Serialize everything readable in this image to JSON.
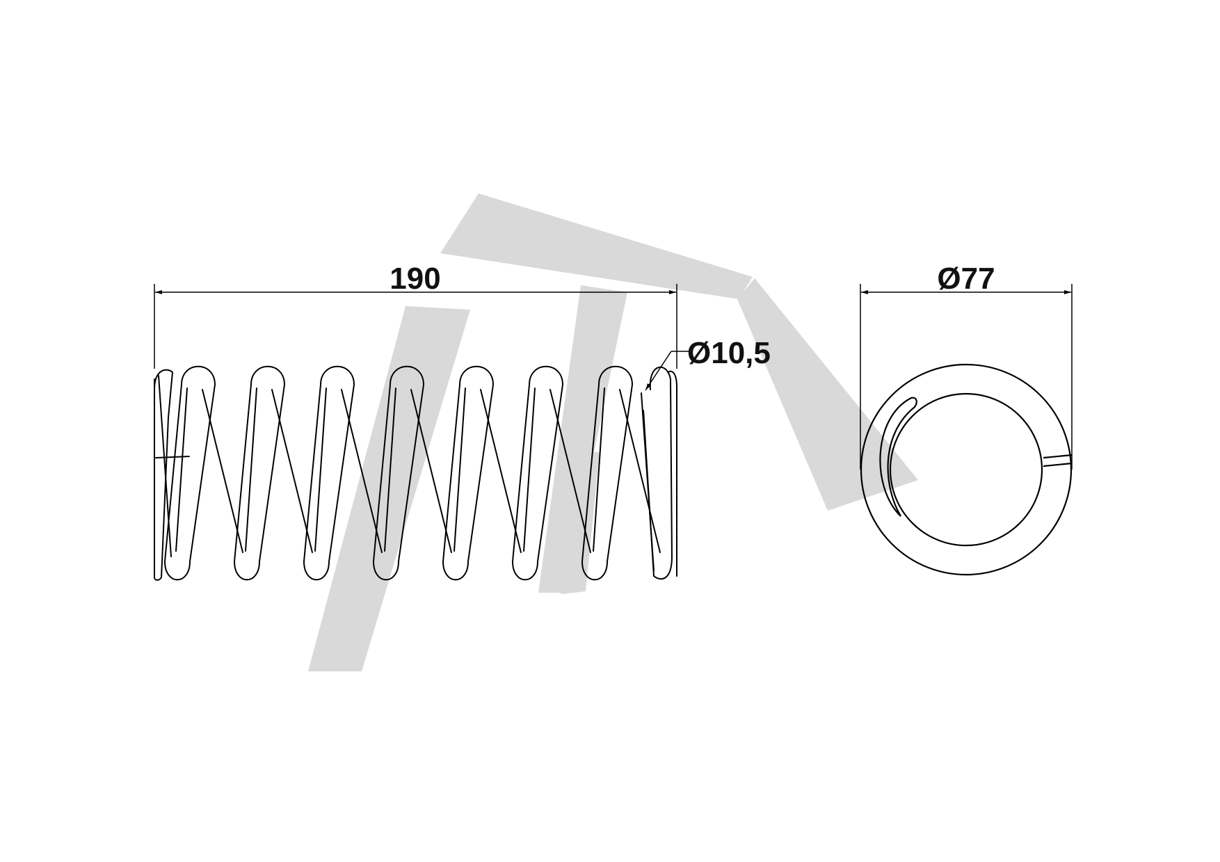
{
  "drawing": {
    "spring_length_label": "190",
    "wire_diameter_label": "Ø10,5",
    "outer_diameter_label": "Ø77"
  },
  "colors": {
    "line": "#000000",
    "label": "#111111",
    "watermark": "#d9d9d9",
    "background": "#ffffff"
  }
}
